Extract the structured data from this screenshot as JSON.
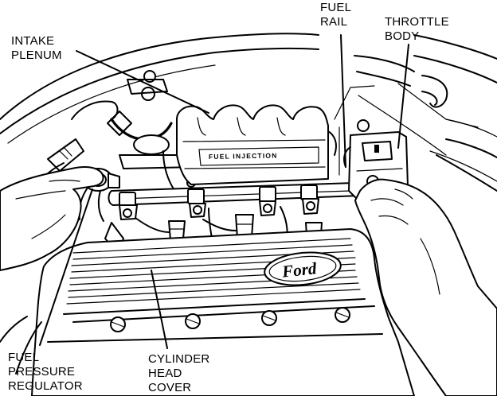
{
  "labels": {
    "intake_plenum": [
      "INTAKE",
      "PLENUM"
    ],
    "fuel_rail": [
      "FUEL",
      "RAIL"
    ],
    "throttle_body": [
      "THROTTLE",
      "BODY"
    ],
    "fuel_pressure_regulator": [
      "FUEL",
      "PRESSURE",
      "REGULATOR"
    ],
    "cylinder_head_cover": [
      "CYLINDER",
      "HEAD",
      "COVER"
    ]
  },
  "embossed_text": {
    "plenum": "FUEL INJECTION",
    "logo": "Ford"
  },
  "colors": {
    "ink": "#000000",
    "paper": "#ffffff"
  }
}
